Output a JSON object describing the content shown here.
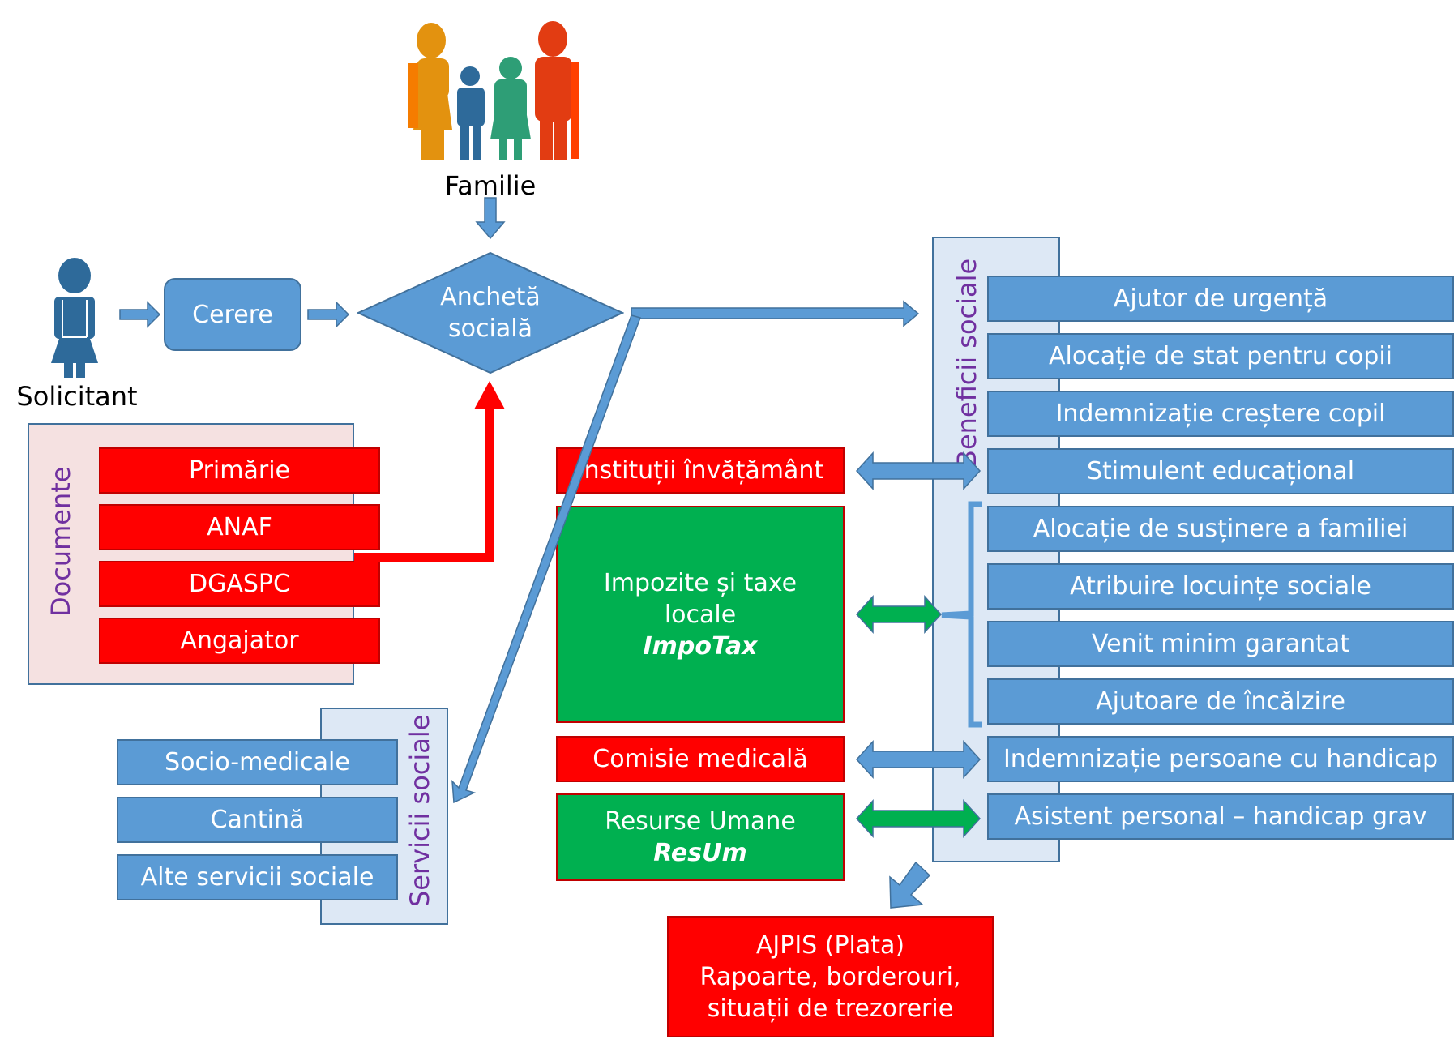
{
  "actors": {
    "family_label": "Familie",
    "applicant_label": "Solicitant"
  },
  "flow": {
    "request": "Cerere",
    "inquiry": [
      "Anchetă",
      "socială"
    ]
  },
  "documents": {
    "title": "Documente",
    "items": [
      "Primărie",
      "ANAF",
      "DGASPC",
      "Angajator"
    ]
  },
  "services": {
    "title": "Servicii sociale",
    "items": [
      "Socio-medicale",
      "Cantină",
      "Alte servicii sociale"
    ]
  },
  "benefits": {
    "title": "Beneficii sociale",
    "items": [
      "Ajutor de urgență",
      "Alocație de stat pentru copii",
      "Indemnizație creștere copil",
      "Stimulent educațional",
      "Alocație de susținere a familiei",
      "Atribuire locuințe sociale",
      "Venit minim garantat",
      "Ajutoare de încălzire",
      "Indemnizație persoane cu handicap",
      "Asistent personal – handicap grav"
    ]
  },
  "institutions": {
    "education": "Instituții învățământ",
    "taxes": {
      "line1": "Impozite și taxe",
      "line2": "locale",
      "app": "ImpoTax"
    },
    "medical": "Comisie medicală",
    "hr": {
      "line1": "Resurse Umane",
      "app": "ResUm"
    }
  },
  "payment": {
    "line1": "AJPIS (Plata)",
    "line2": "Rapoarte, borderouri,",
    "line3": "situații de trezorerie"
  },
  "colors": {
    "blue": "#5b9bd5",
    "blue_border": "#41719c",
    "red": "#ff0000",
    "green": "#00b050",
    "purple_text": "#7030a0",
    "pink_panel": "#f5e1e1",
    "light_panel": "#dde8f5"
  }
}
